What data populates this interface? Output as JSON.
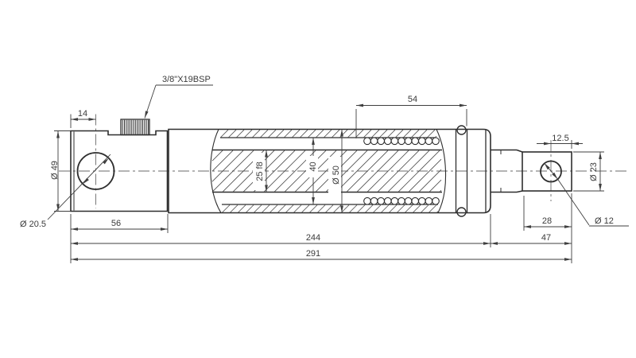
{
  "colors": {
    "background": "#ffffff",
    "outline": "#2e2e2e",
    "dimension": "#3f3f3f",
    "centerline": "#6a6a6a"
  },
  "labels": {
    "port_thread": "3/8\"X19BSP",
    "eye_pin_offset": "14",
    "spring_length": "54",
    "rod_eye_offset": "12.5",
    "eye_outer_diameter": "Ø 49",
    "eye_bore_diameter": "Ø 20.5",
    "eye_block_length": "56",
    "rod_diameter": "25 f8",
    "cylinder_bore": "40",
    "barrel_outer_diameter": "Ø 50",
    "rod_end_diameter": "Ø 23",
    "rod_eye_bore": "Ø 12",
    "rod_end_length": "28",
    "body_length": "244",
    "rod_extension_length": "47",
    "total_length": "291"
  }
}
